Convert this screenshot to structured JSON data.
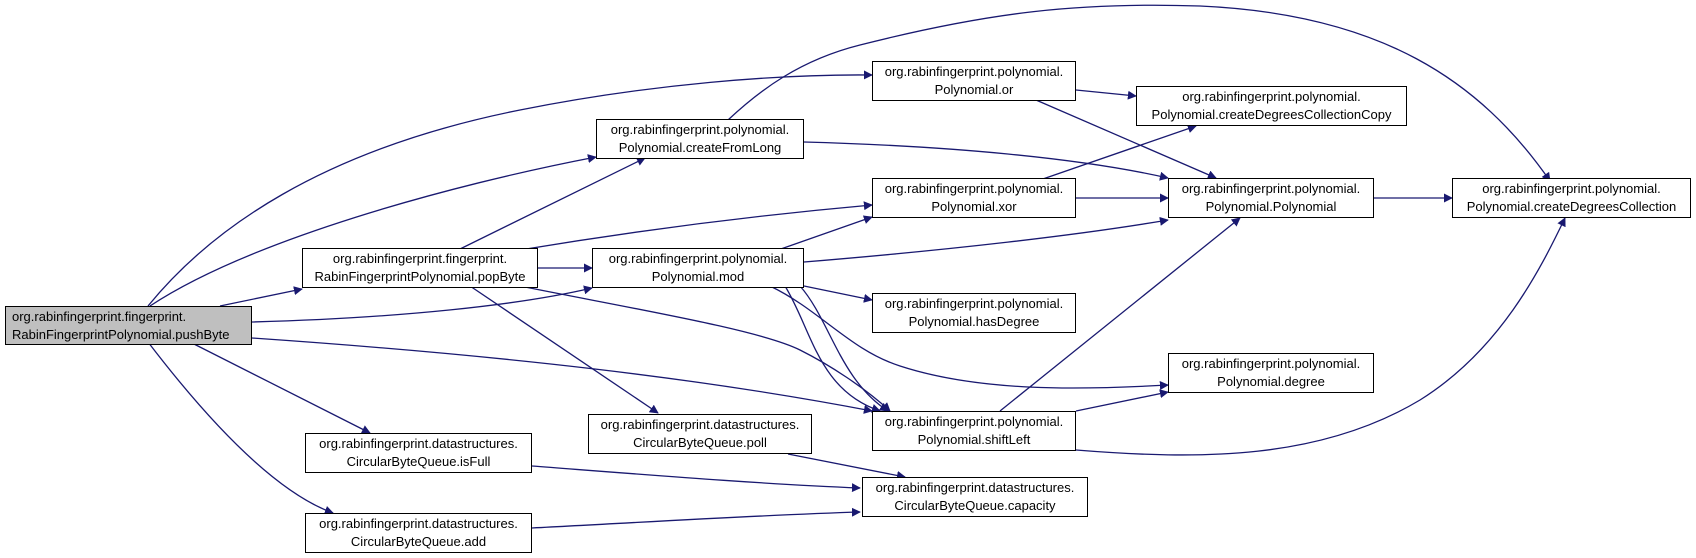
{
  "edge_color": "#191970",
  "root_fill": "#bfbfbf",
  "nodes": {
    "pushByte": {
      "line1": "org.rabinfingerprint.fingerprint.",
      "line2": "RabinFingerprintPolynomial.pushByte"
    },
    "popByte": {
      "line1": "org.rabinfingerprint.fingerprint.",
      "line2": "RabinFingerprintPolynomial.popByte"
    },
    "isFull": {
      "line1": "org.rabinfingerprint.datastructures.",
      "line2": "CircularByteQueue.isFull"
    },
    "add": {
      "line1": "org.rabinfingerprint.datastructures.",
      "line2": "CircularByteQueue.add"
    },
    "createFromLong": {
      "line1": "org.rabinfingerprint.polynomial.",
      "line2": "Polynomial.createFromLong"
    },
    "mod": {
      "line1": "org.rabinfingerprint.polynomial.",
      "line2": "Polynomial.mod"
    },
    "poll": {
      "line1": "org.rabinfingerprint.datastructures.",
      "line2": "CircularByteQueue.poll"
    },
    "or": {
      "line1": "org.rabinfingerprint.polynomial.",
      "line2": "Polynomial.or"
    },
    "xor": {
      "line1": "org.rabinfingerprint.polynomial.",
      "line2": "Polynomial.xor"
    },
    "hasDegree": {
      "line1": "org.rabinfingerprint.polynomial.",
      "line2": "Polynomial.hasDegree"
    },
    "shiftLeft": {
      "line1": "org.rabinfingerprint.polynomial.",
      "line2": "Polynomial.shiftLeft"
    },
    "capacity": {
      "line1": "org.rabinfingerprint.datastructures.",
      "line2": "CircularByteQueue.capacity"
    },
    "createDegreesCollectionCopy": {
      "line1": "org.rabinfingerprint.polynomial.",
      "line2": "Polynomial.createDegreesCollectionCopy"
    },
    "polynomialCtor": {
      "line1": "org.rabinfingerprint.polynomial.",
      "line2": "Polynomial.Polynomial"
    },
    "degree": {
      "line1": "org.rabinfingerprint.polynomial.",
      "line2": "Polynomial.degree"
    },
    "createDegreesCollection": {
      "line1": "org.rabinfingerprint.polynomial.",
      "line2": "Polynomial.createDegreesCollection"
    }
  }
}
